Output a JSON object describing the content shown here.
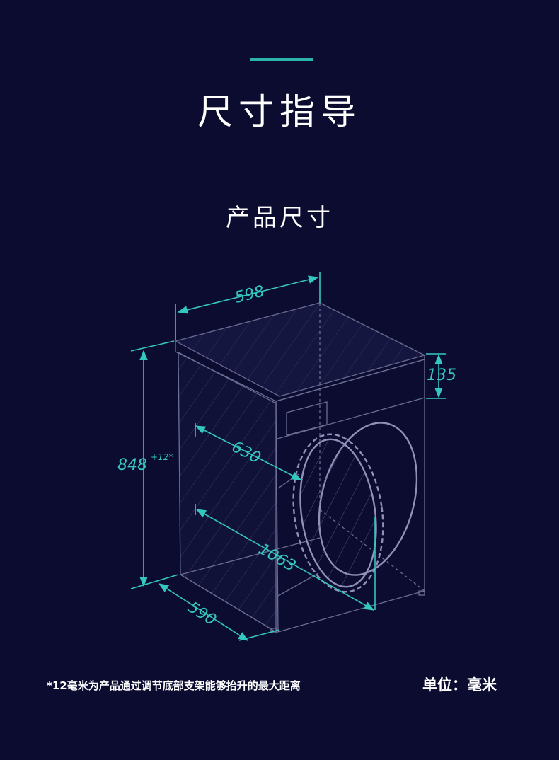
{
  "header": {
    "accent_color": "#2bb3ac",
    "title": "尺寸指导"
  },
  "section": {
    "title": "产品尺寸"
  },
  "diagram": {
    "dimension_color": "#34c7c0",
    "dimensions": {
      "width": "598",
      "height": "848",
      "height_adjust": "+12*",
      "depth": "590",
      "top_offset": "135",
      "door_depth": "630",
      "door_open_depth": "1063"
    },
    "product_icon": "front-load-washing-machine"
  },
  "footer": {
    "footnote": "*12毫米为产品通过调节底部支架能够抬升的最大距离",
    "unit": "单位：毫米"
  }
}
